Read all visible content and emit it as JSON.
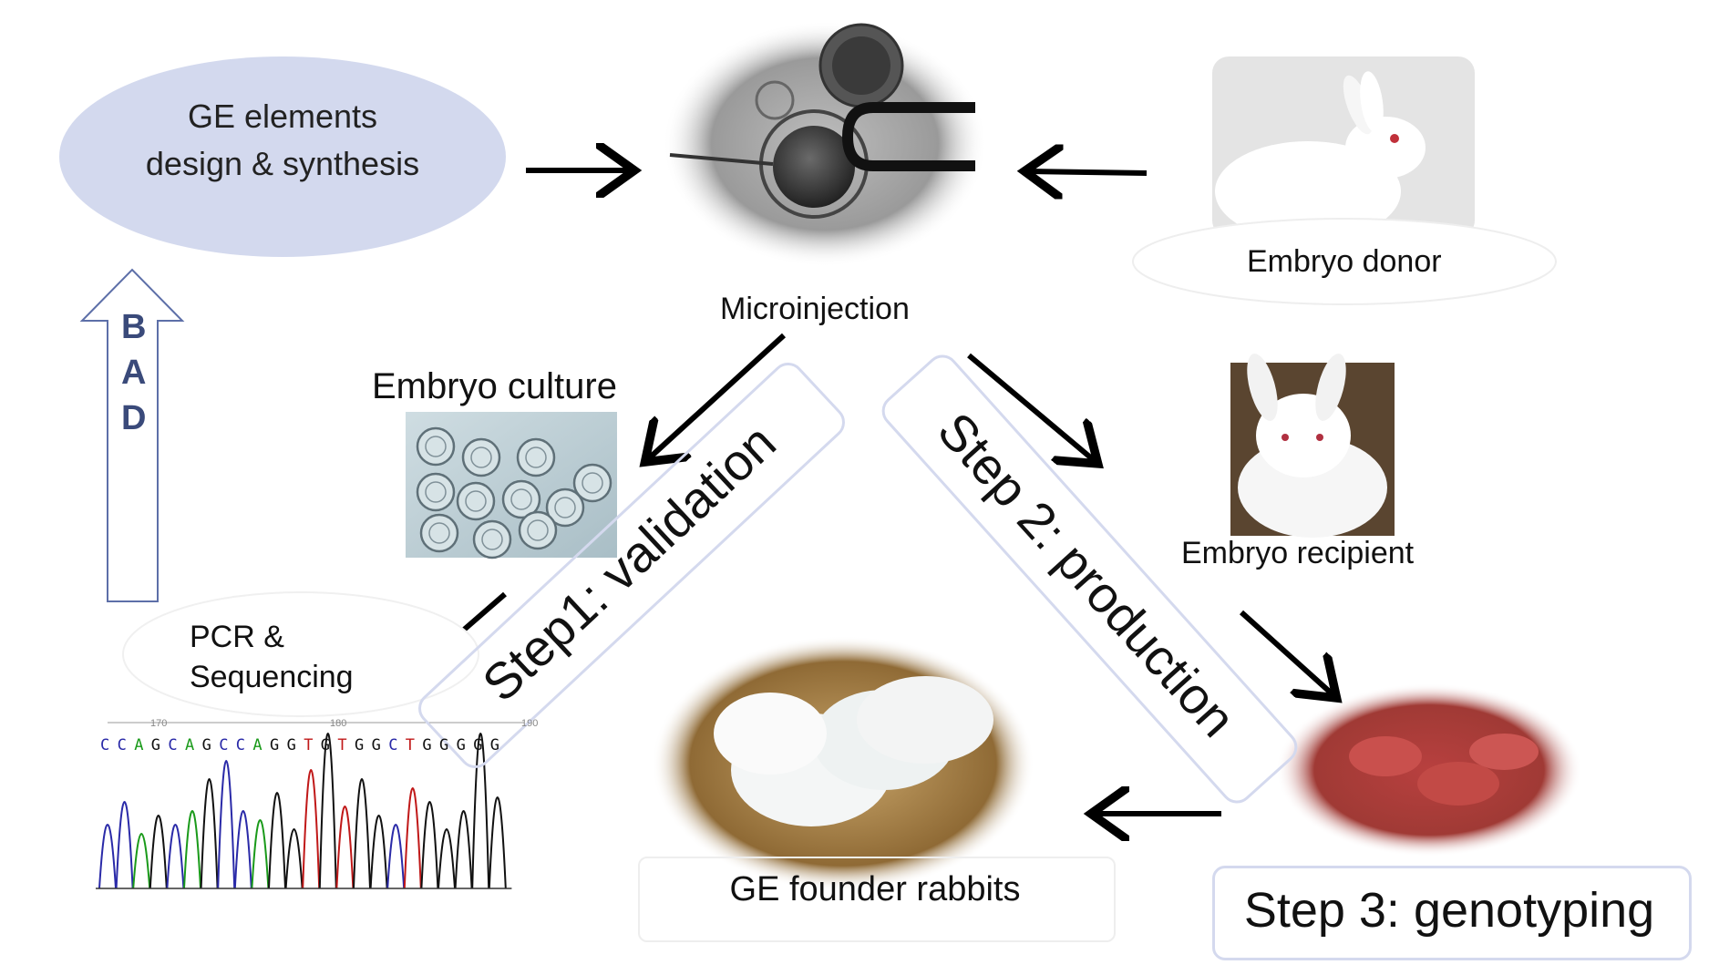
{
  "nodes": {
    "ge_elements": "GE elements\ndesign & synthesis",
    "microinjection": "Microinjection",
    "embryo_donor": "Embryo  donor",
    "embryo_culture": "Embryo culture",
    "embryo_recipient": "Embryo  recipient",
    "pcr_line1": "PCR  &",
    "pcr_line2": "Sequencing",
    "ge_founder": "GE founder rabbits"
  },
  "steps": {
    "step1": "Step1: validation",
    "step2": "Step 2: production",
    "step3": "Step 3: genotyping"
  },
  "bad_arrow": [
    "B",
    "A",
    "D"
  ],
  "sequence": {
    "bases": "CCAGCAGCCAGGTGTGGCTGGGGG",
    "ruler": [
      "170",
      "180",
      "190"
    ]
  },
  "colors": {
    "ellipse_fill": "#d3d9ee",
    "step_box_border": "#d4d9ee",
    "base_A": "#1a9a1a",
    "base_C": "#2a2aa8",
    "base_G": "#111111",
    "base_T": "#c01818"
  }
}
